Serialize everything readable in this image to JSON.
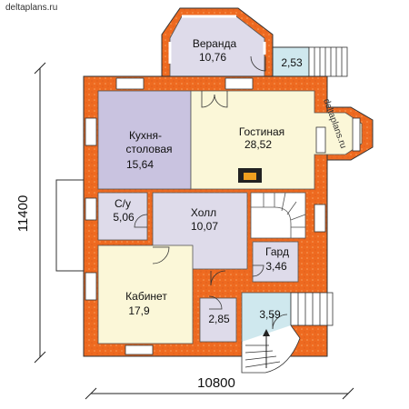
{
  "site": {
    "watermark": "deltaplans.ru"
  },
  "rooms": {
    "veranda": {
      "name": "Веранда",
      "area": "10,76"
    },
    "porch_top": {
      "area": "2,53"
    },
    "kitchen": {
      "name_line1": "Кухня-",
      "name_line2": "столовая",
      "area": "15,64"
    },
    "living": {
      "name": "Гостиная",
      "area": "28,52"
    },
    "wc": {
      "name": "С/у",
      "area": "5,06"
    },
    "hall": {
      "name": "Холл",
      "area": "10,07"
    },
    "wardrobe": {
      "name": "Гард",
      "area": "3,46"
    },
    "office": {
      "name": "Кабинет",
      "area": "17,9"
    },
    "small_room": {
      "area": "2,85"
    },
    "vestibule": {
      "area": "3,59"
    }
  },
  "dimensions": {
    "width": "10800",
    "height": "11400"
  },
  "colors": {
    "wall": "#ee6a20",
    "wall_pattern": "#f39a52",
    "living_floor": "#fbf7d8",
    "kitchen_floor": "#c9c3e0",
    "room_floor": "#dedbea",
    "stair_floor": "#cfe8ee",
    "window": "#ffffff"
  }
}
